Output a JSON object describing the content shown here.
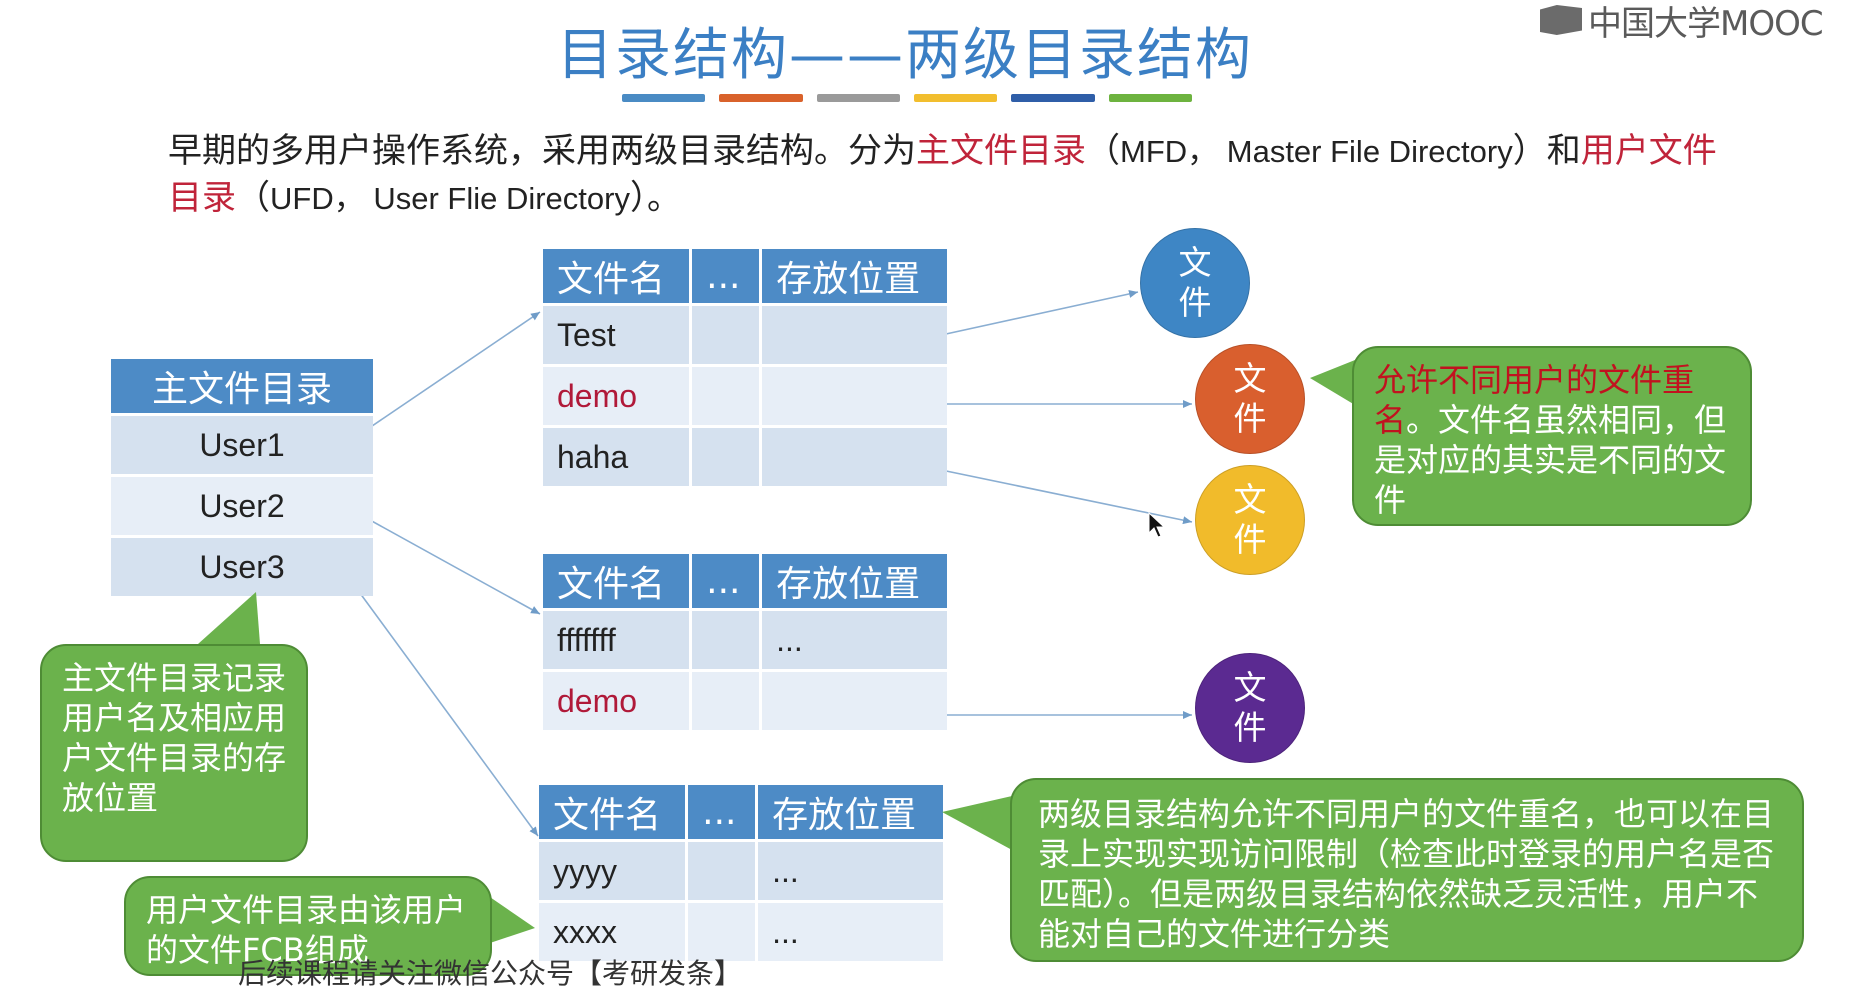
{
  "title": "目录结构——两级目录结构",
  "title_bar_colors": [
    "#4a8bc4",
    "#d9622b",
    "#9a9a9a",
    "#f2be2e",
    "#2f5ea8",
    "#6db33f"
  ],
  "logo": {
    "text": "中国大学MOOC",
    "icon": "mooc-logo-icon"
  },
  "intro": {
    "p1": "早期的多用户操作系统，采用两级目录结构。分为",
    "red1": "主文件目录",
    "p2": "（",
    "latin1": "MFD， Master File Directory",
    "p3": "）和",
    "red2": "用户文件目录",
    "p4": "（",
    "latin2": "UFD， User Flie Directory",
    "p5": "）。"
  },
  "mfd": {
    "header": "主文件目录",
    "rows": [
      "User1",
      "User2",
      "User3"
    ]
  },
  "ufd_headers": [
    "文件名",
    "...",
    "存放位置"
  ],
  "ufd1": {
    "rows": [
      {
        "name": "Test",
        "mid": "",
        "loc": "",
        "red": false
      },
      {
        "name": "demo",
        "mid": "",
        "loc": "",
        "red": true
      },
      {
        "name": "haha",
        "mid": "",
        "loc": "",
        "red": false
      }
    ]
  },
  "ufd2": {
    "rows": [
      {
        "name": "fffffff",
        "mid": "",
        "loc": "...",
        "red": false
      },
      {
        "name": "demo",
        "mid": "",
        "loc": "",
        "red": true
      }
    ]
  },
  "ufd3": {
    "rows": [
      {
        "name": "yyyy",
        "mid": "",
        "loc": "...",
        "red": false
      },
      {
        "name": "xxxx",
        "mid": "",
        "loc": "...",
        "red": false
      }
    ]
  },
  "file_circles": [
    {
      "l1": "文",
      "l2": "件",
      "color": "#3e86c5"
    },
    {
      "l1": "文",
      "l2": "件",
      "color": "#d95f2e"
    },
    {
      "l1": "文",
      "l2": "件",
      "color": "#f1bb2b"
    },
    {
      "l1": "文",
      "l2": "件",
      "color": "#5b2a91"
    }
  ],
  "callout_same_name": {
    "red": "允许不同用户的文件重名",
    "rest": "。文件名虽然相同，但是对应的其实是不同的文件"
  },
  "callout_mfd": "主文件目录记录用户名及相应用户文件目录的存放位置",
  "callout_ufd": "用户文件目录由该用户的文件FCB组成",
  "callout_summary": "两级目录结构允许不同用户的文件重名，也可以在目录上实现实现访问限制（检查此时登录的用户名是否匹配）。但是两级目录结构依然缺乏灵活性，用户不能对自己的文件进行分类",
  "watermark": "后续课程请关注微信公众号【考研发条】"
}
